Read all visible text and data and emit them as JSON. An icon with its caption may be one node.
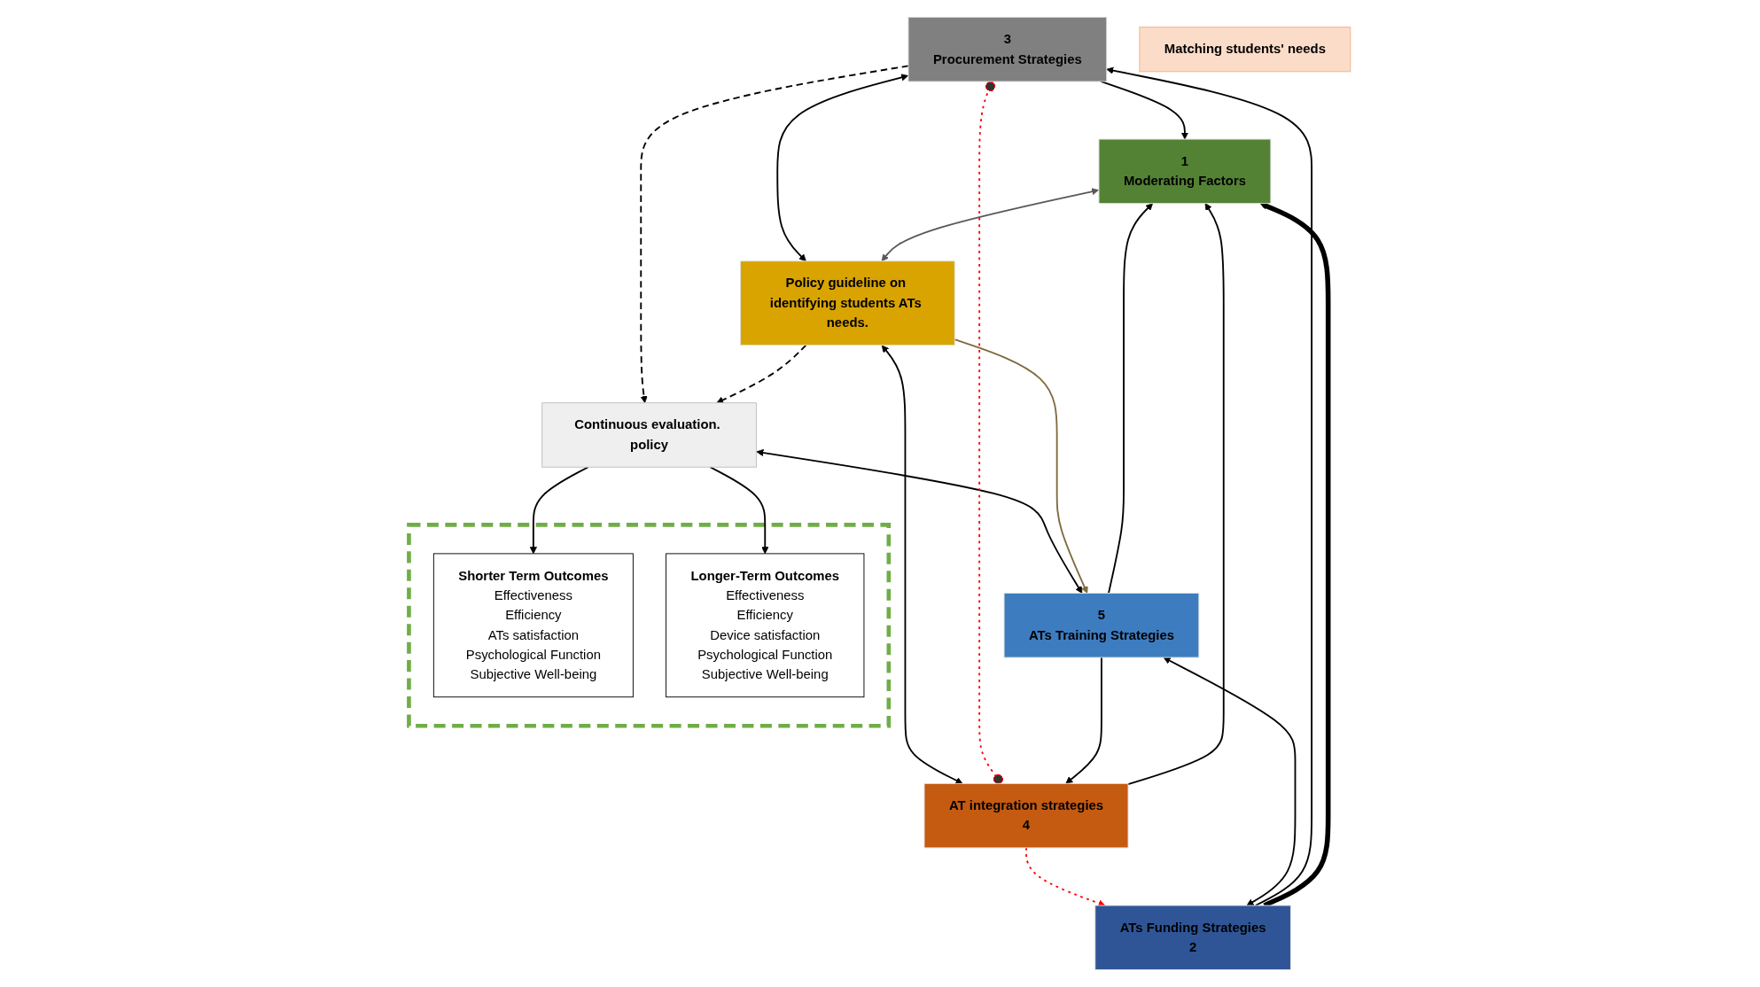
{
  "diagram": {
    "nodes": [
      {
        "text": [
          "3",
          "Procurement Strategies"
        ]
      },
      {
        "text": [
          "Continuous evaluation. policy"
        ]
      },
      {
        "text": [],
        "shape": "box"
      },
      {
        "text": [
          "Shorter Term Outcomes",
          "Effectiveness",
          "Efficiency",
          "ATs satisfaction",
          "Psychological Function",
          "Subjective Well-being"
        ],
        "in": 2
      },
      {
        "text": [
          "Longer-Term Outcomes",
          "Effectiveness",
          "Efficiency",
          "Device satisfaction",
          "Psychological Function",
          "Subjective Well-being"
        ],
        "in": 2
      },
      {
        "text": [
          "1",
          "Moderating Factors"
        ]
      },
      {
        "text": [
          "Matching students' needs"
        ]
      },
      {
        "text": [
          "Policy guideline on identifying students ATs needs."
        ]
      },
      {
        "text": [
          "5",
          "ATs Training Strategies"
        ]
      },
      {
        "text": [
          "AT integration strategies",
          "4"
        ]
      },
      {
        "text": [
          "ATs Funding Strategies",
          "2"
        ]
      }
    ],
    "edges": [
      {
        "from": 0,
        "to": 5,
        "arrow": "to"
      },
      {
        "from": 0,
        "to": 1,
        "arrow": "to",
        "style": "dashed"
      },
      {
        "from": 0,
        "to": 7,
        "arrow": "both"
      },
      {
        "from": 7,
        "to": 1,
        "arrow": "to",
        "style": "dashed"
      },
      {
        "from": 1,
        "to": 3,
        "arrow": "to"
      },
      {
        "from": 1,
        "to": 4,
        "arrow": "to"
      },
      {
        "from": 1,
        "to": 8,
        "arrow": "both"
      },
      {
        "from": 5,
        "to": 7,
        "arrow": "both",
        "color": "#595959"
      },
      {
        "from": 10,
        "to": 0,
        "arrow": "to"
      },
      {
        "from": 7,
        "to": 8,
        "arrow": "to",
        "color": "#7f6b3f"
      },
      {
        "from": 7,
        "to": 9,
        "arrow": "both"
      },
      {
        "from": 0,
        "to": 9,
        "arrow": "other",
        "style": "dashed",
        "color": "#ff0000"
      },
      {
        "from": 8,
        "to": 9,
        "arrow": "to"
      },
      {
        "from": 9,
        "to": 5,
        "arrow": "to"
      },
      {
        "from": 9,
        "to": 10,
        "arrow": "to",
        "style": "dashed",
        "color": "#ff0000"
      },
      {
        "from": 10,
        "to": 5,
        "arrow": "to",
        "style": "thick"
      },
      {
        "from": 8,
        "to": 10,
        "arrow": "both"
      },
      {
        "from": 8,
        "to": 5,
        "arrow": "to"
      }
    ]
  }
}
